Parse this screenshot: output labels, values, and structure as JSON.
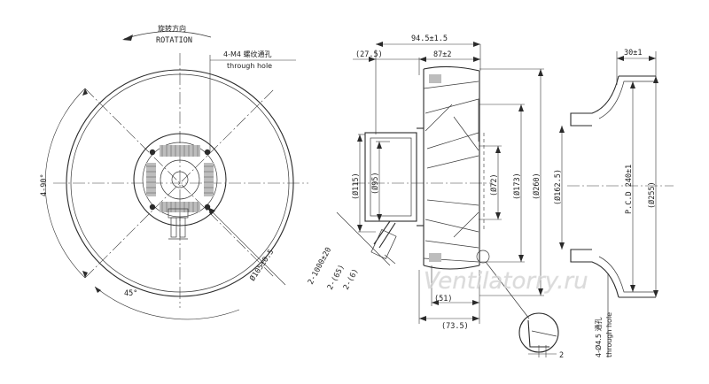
{
  "front_view": {
    "rotation_cn": "旋转方向",
    "rotation_en": "ROTATION",
    "hole_spec": "4-M4 螺纹通孔",
    "hole_sub": "through hole",
    "angle_vertical": "4-90°",
    "angle_45": "45°",
    "pcd_small": "Ø105±0.5"
  },
  "side_view": {
    "dim_total_width": "94.5±1.5",
    "dim_left": "(27.5)",
    "dim_right": "87±2",
    "dia_115": "(Ø115)",
    "dia_95": "(Ø95)",
    "dia_72": "(Ø72)",
    "dia_173": "(Ø173)",
    "dia_260": "(Ø260)",
    "cable_1000": "2-1000±20",
    "cable_65": "2-(65)",
    "cable_6": "2-(6)",
    "dim_51": "(51)",
    "dim_73": "(73.5)",
    "detail_dim": "2"
  },
  "ring_view": {
    "dim_30": "30±1",
    "dia_162": "(Ø162.5)",
    "pcd_240": "P.C.D 240±1",
    "dia_255": "(Ø255)",
    "hole_spec": "4-Ø4.5 通孔",
    "hole_sub": "through hole"
  },
  "watermark": "Ventilatorry.ru"
}
